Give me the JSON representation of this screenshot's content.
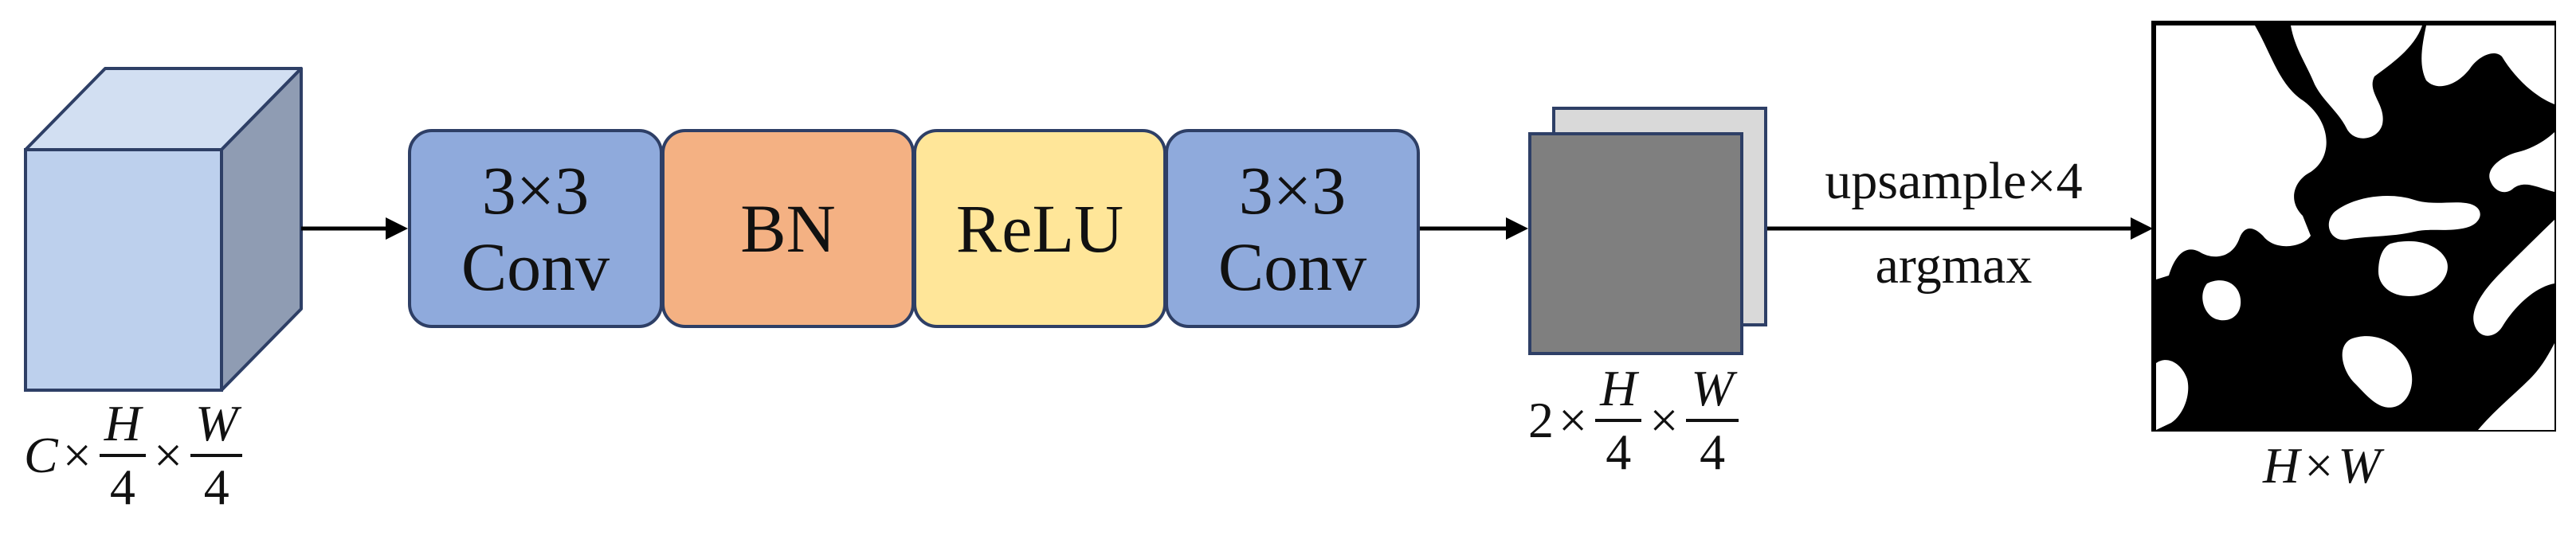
{
  "input_tensor": {
    "label": {
      "c": "C",
      "times": "×",
      "h_num": "H",
      "w_num": "W",
      "den": "4"
    },
    "colors": {
      "front": "#bdd0ed",
      "top": "#d2dff2",
      "side": "#8f9cb3"
    }
  },
  "pipeline": [
    {
      "id": "conv1",
      "line1": "3×3",
      "line2": "Conv",
      "color": "#8faadc"
    },
    {
      "id": "bn",
      "line1": "BN",
      "line2": "",
      "color": "#f4b183"
    },
    {
      "id": "relu",
      "line1": "ReLU",
      "line2": "",
      "color": "#ffe699"
    },
    {
      "id": "conv2",
      "line1": "3×3",
      "line2": "Conv",
      "color": "#8faadc"
    }
  ],
  "feature_map": {
    "label": {
      "two": "2",
      "times": "×",
      "h_num": "H",
      "w_num": "W",
      "den": "4"
    },
    "colors": {
      "front": "#7f7f7f",
      "back": "#d9d9d9"
    }
  },
  "edge": {
    "top_text": "upsample×4",
    "bottom_text": "argmax"
  },
  "output_mask": {
    "label": {
      "h": "H",
      "times": "×",
      "w": "W"
    }
  }
}
